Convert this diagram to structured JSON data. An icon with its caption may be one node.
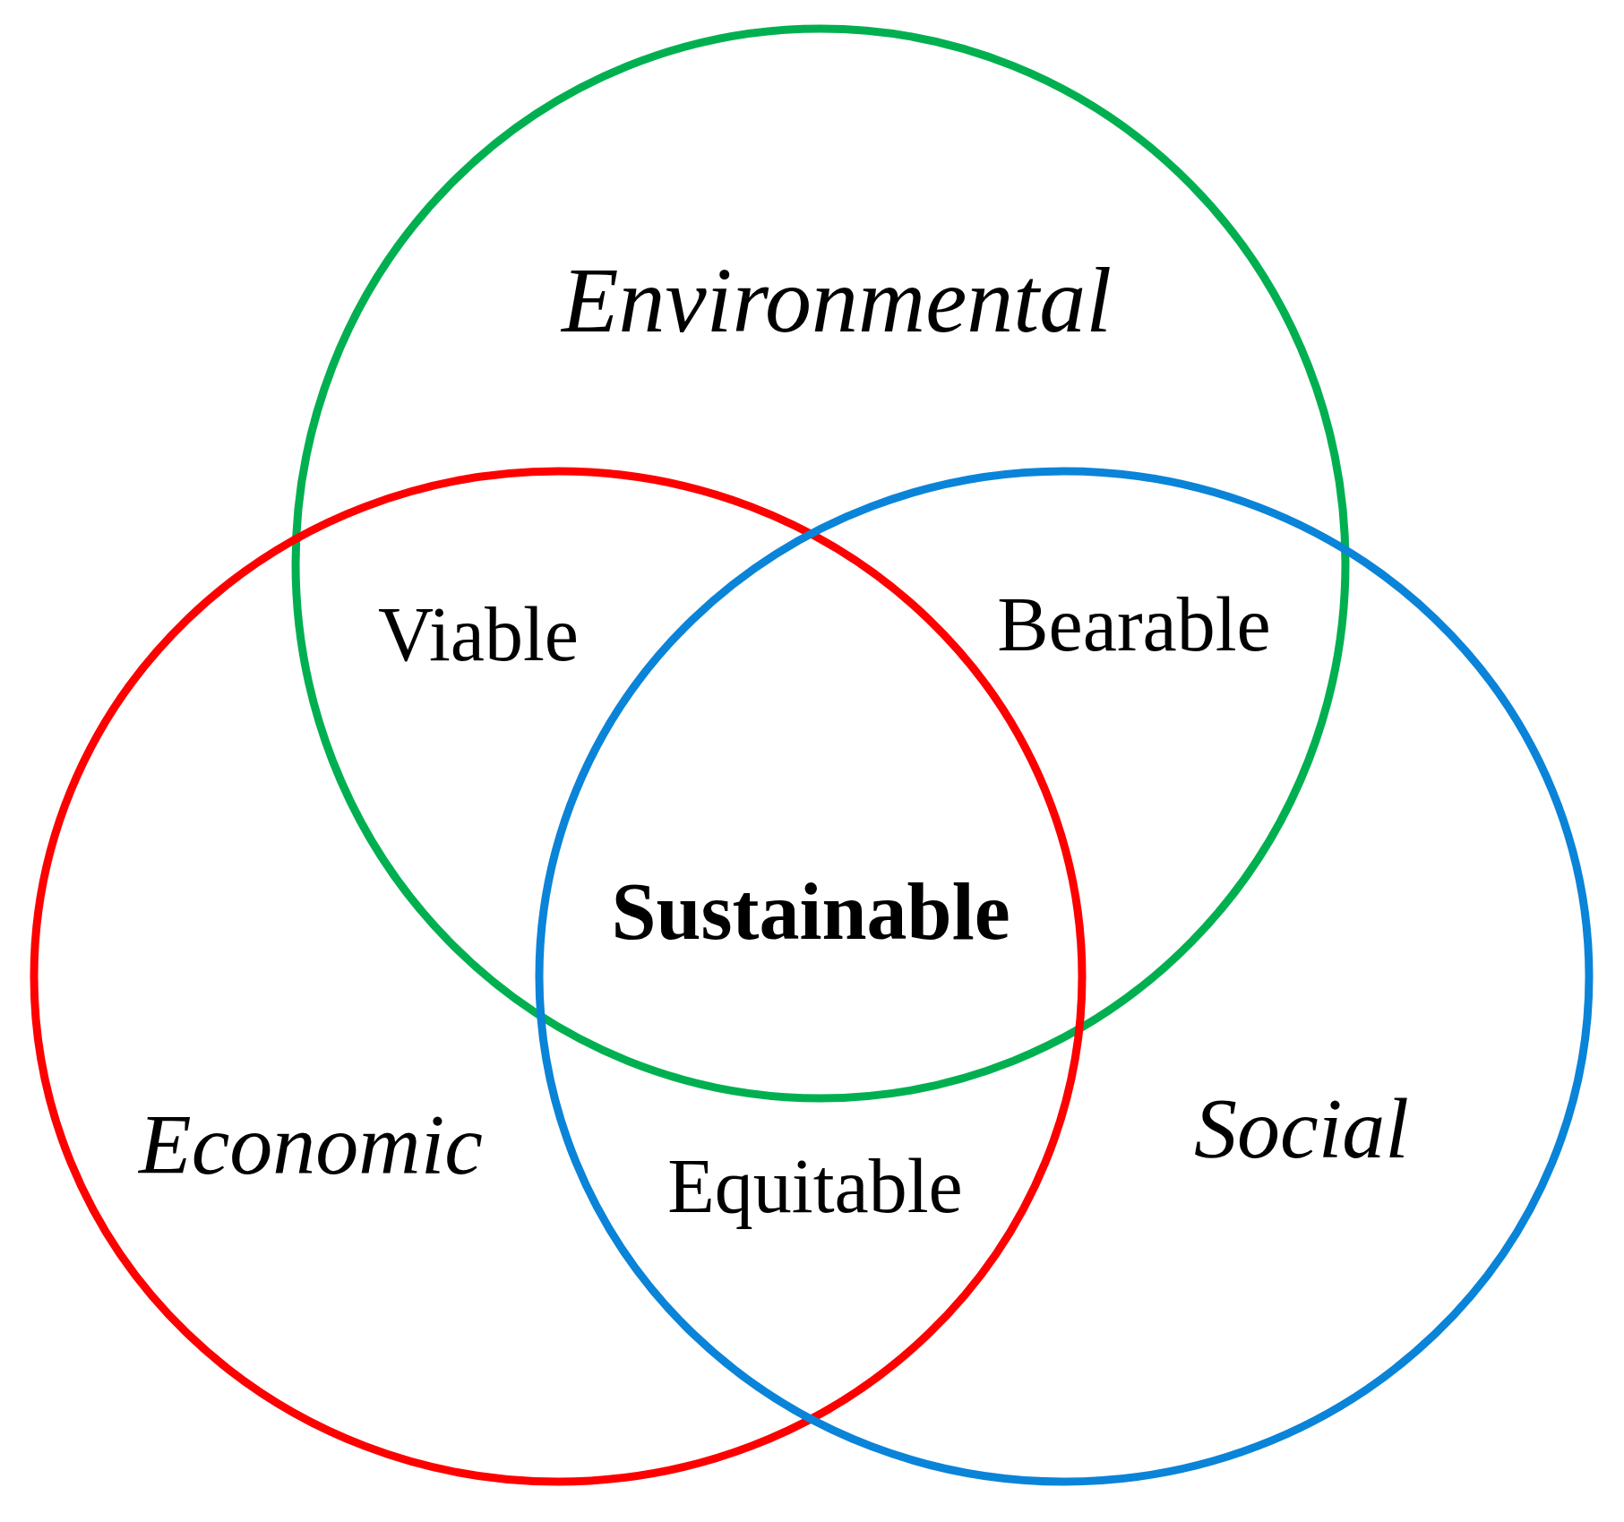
{
  "diagram": {
    "nodes": [
      {
        "text": [
          "Environmental"
        ]
      },
      {
        "text": [
          "Economic"
        ]
      },
      {
        "text": [
          "Social"
        ]
      }
    ],
    "labels": [
      "Viable",
      "Bearable",
      "Sustainable",
      "Equitable"
    ]
  }
}
